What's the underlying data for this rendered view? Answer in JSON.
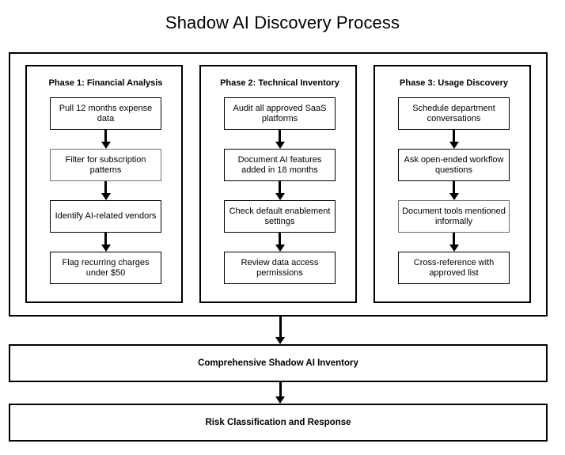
{
  "title": "Shadow AI Discovery Process",
  "phases": [
    {
      "heading": "Phase 1: Financial Analysis",
      "steps": [
        {
          "text": "Pull 12 months expense data",
          "soft_border": false
        },
        {
          "text": "Filter for subscription patterns",
          "soft_border": true
        },
        {
          "text": "Identify AI-related vendors",
          "soft_border": false
        },
        {
          "text": "Flag recurring charges under $50",
          "soft_border": false
        }
      ]
    },
    {
      "heading": "Phase 2: Technical Inventory",
      "steps": [
        {
          "text": "Audit all approved SaaS platforms",
          "soft_border": false
        },
        {
          "text": "Document AI features added in 18 months",
          "soft_border": false
        },
        {
          "text": "Check default enablement settings",
          "soft_border": false
        },
        {
          "text": "Review data access permissions",
          "soft_border": false
        }
      ]
    },
    {
      "heading": "Phase 3: Usage Discovery",
      "steps": [
        {
          "text": "Schedule department conversations",
          "soft_border": false
        },
        {
          "text": "Ask open-ended workflow questions",
          "soft_border": false
        },
        {
          "text": "Document tools mentioned informally",
          "soft_border": true
        },
        {
          "text": "Cross-reference with approved list",
          "soft_border": false
        }
      ]
    }
  ],
  "summaries": [
    {
      "text": "Comprehensive Shadow AI Inventory"
    },
    {
      "text": "Risk Classification and Response"
    }
  ],
  "colors": {
    "background": "#ffffff",
    "stroke": "#000000",
    "soft_stroke": "#6e6e6e",
    "text": "#000000"
  }
}
